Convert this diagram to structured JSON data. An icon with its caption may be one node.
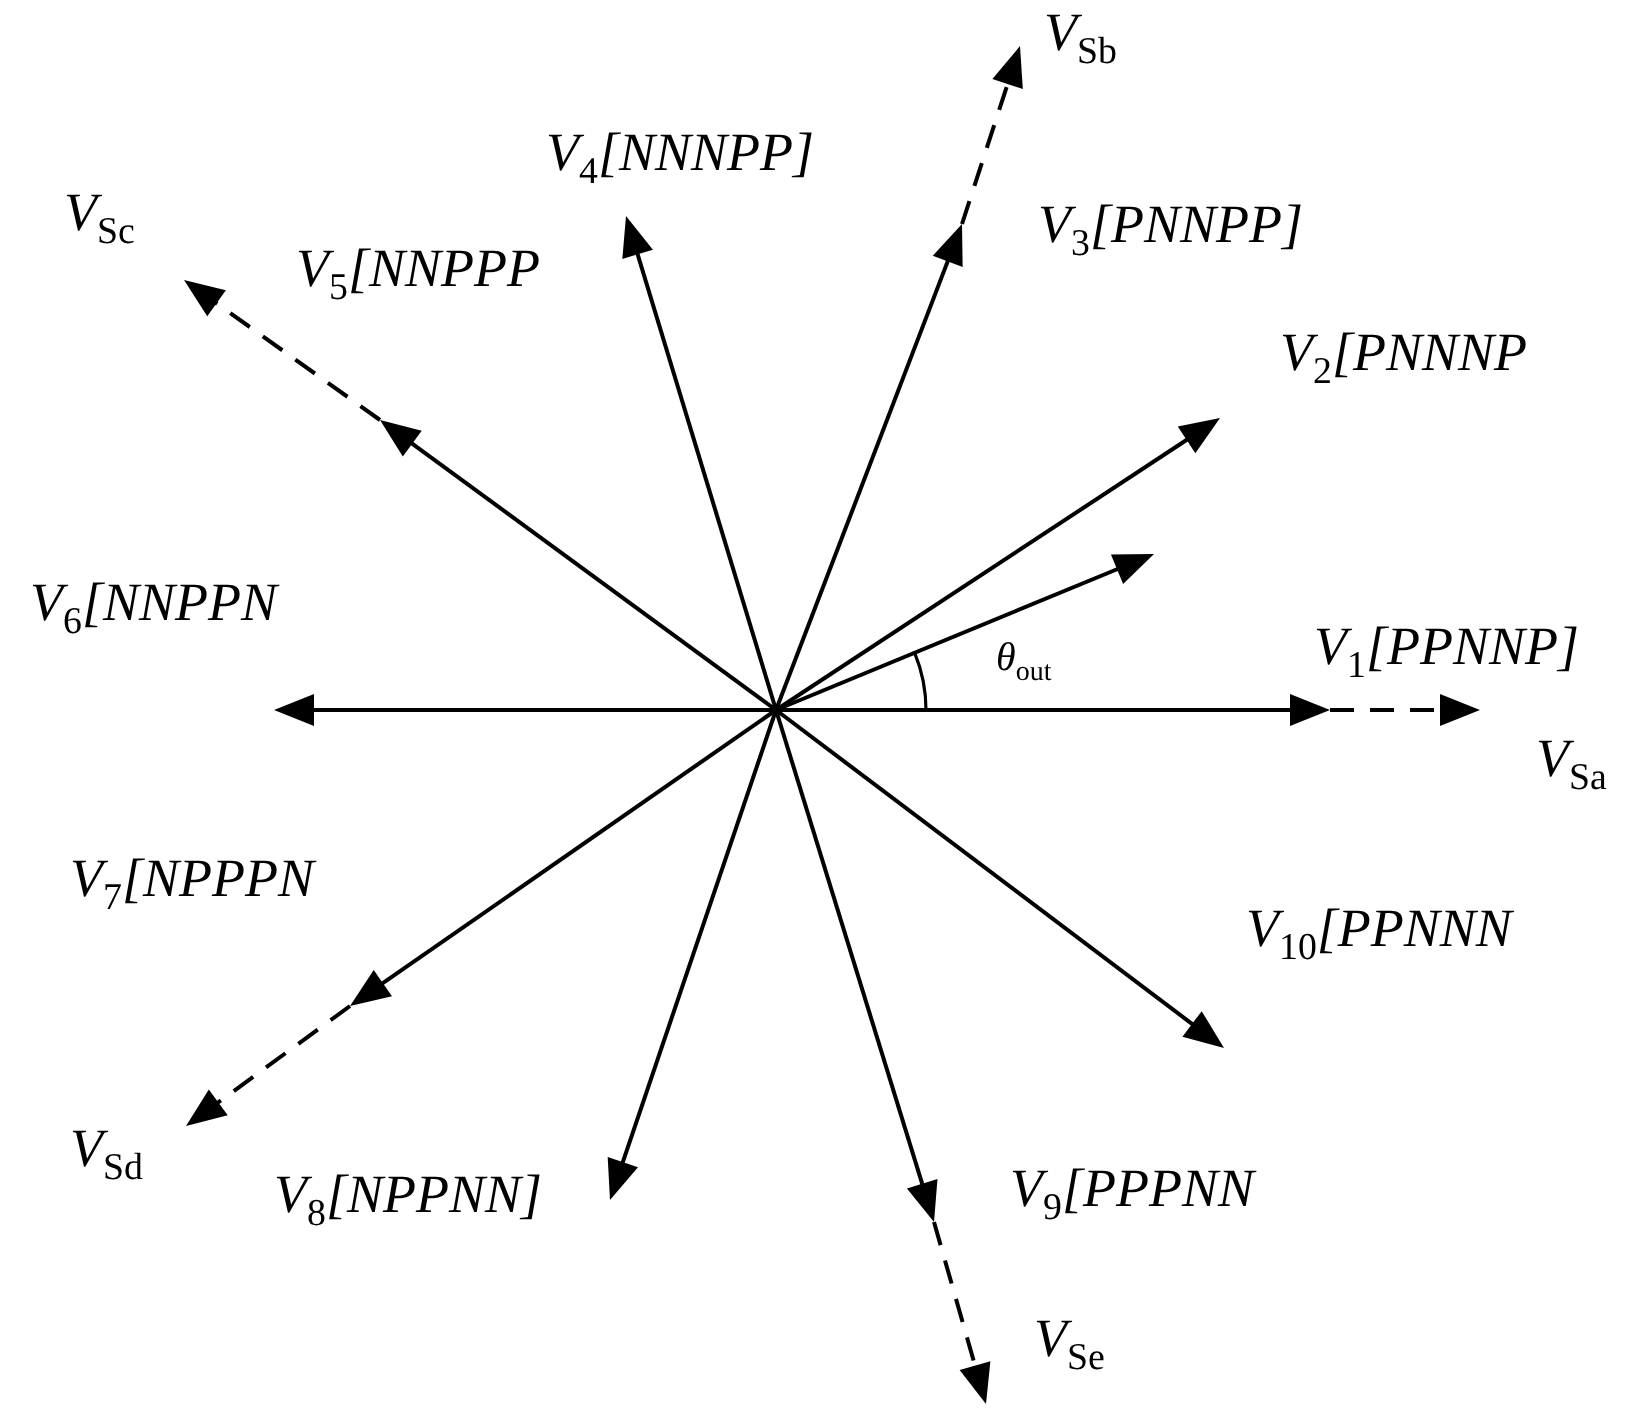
{
  "diagram": {
    "labels": [
      "V$_{Sb}$",
      "V$_{4}$[NNNPP]",
      "V$_{3}$[PNNPP]",
      "V$_{Sc}$",
      "V$_{5}$[NNPPP",
      "V$_{2}$[PNNNP",
      "V$_{6}$[NNPPN",
      "θ$_{out}$",
      "V$_{1}$[PPNNP]",
      "V$_{Sa}$",
      "V$_{7}$[NPPPN",
      "V$_{10}$[PPNNN",
      "V$_{Sd}$",
      "V$_{8}$[NPPNN]",
      "V$_{9}$[PPPNN",
      "V$_{Se}$"
    ]
  }
}
